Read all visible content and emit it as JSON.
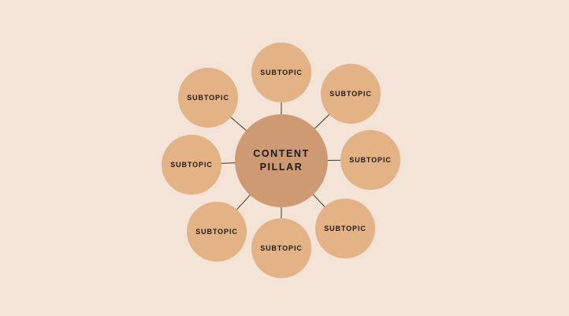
{
  "colors": {
    "background": "#f4e4d8",
    "center_fill": "#cd9a74",
    "subtopic_fill": "#e3b285",
    "arrow": "#3a3530",
    "text": "#1f1a16"
  },
  "center": {
    "line1": "CONTENT",
    "line2": "PILLAR"
  },
  "subtopics": [
    {
      "label": "SUBTOPIC"
    },
    {
      "label": "SUBTOPIC"
    },
    {
      "label": "SUBTOPIC"
    },
    {
      "label": "SUBTOPIC"
    },
    {
      "label": "SUBTOPIC"
    },
    {
      "label": "SUBTOPIC"
    },
    {
      "label": "SUBTOPIC"
    },
    {
      "label": "SUBTOPIC"
    }
  ]
}
